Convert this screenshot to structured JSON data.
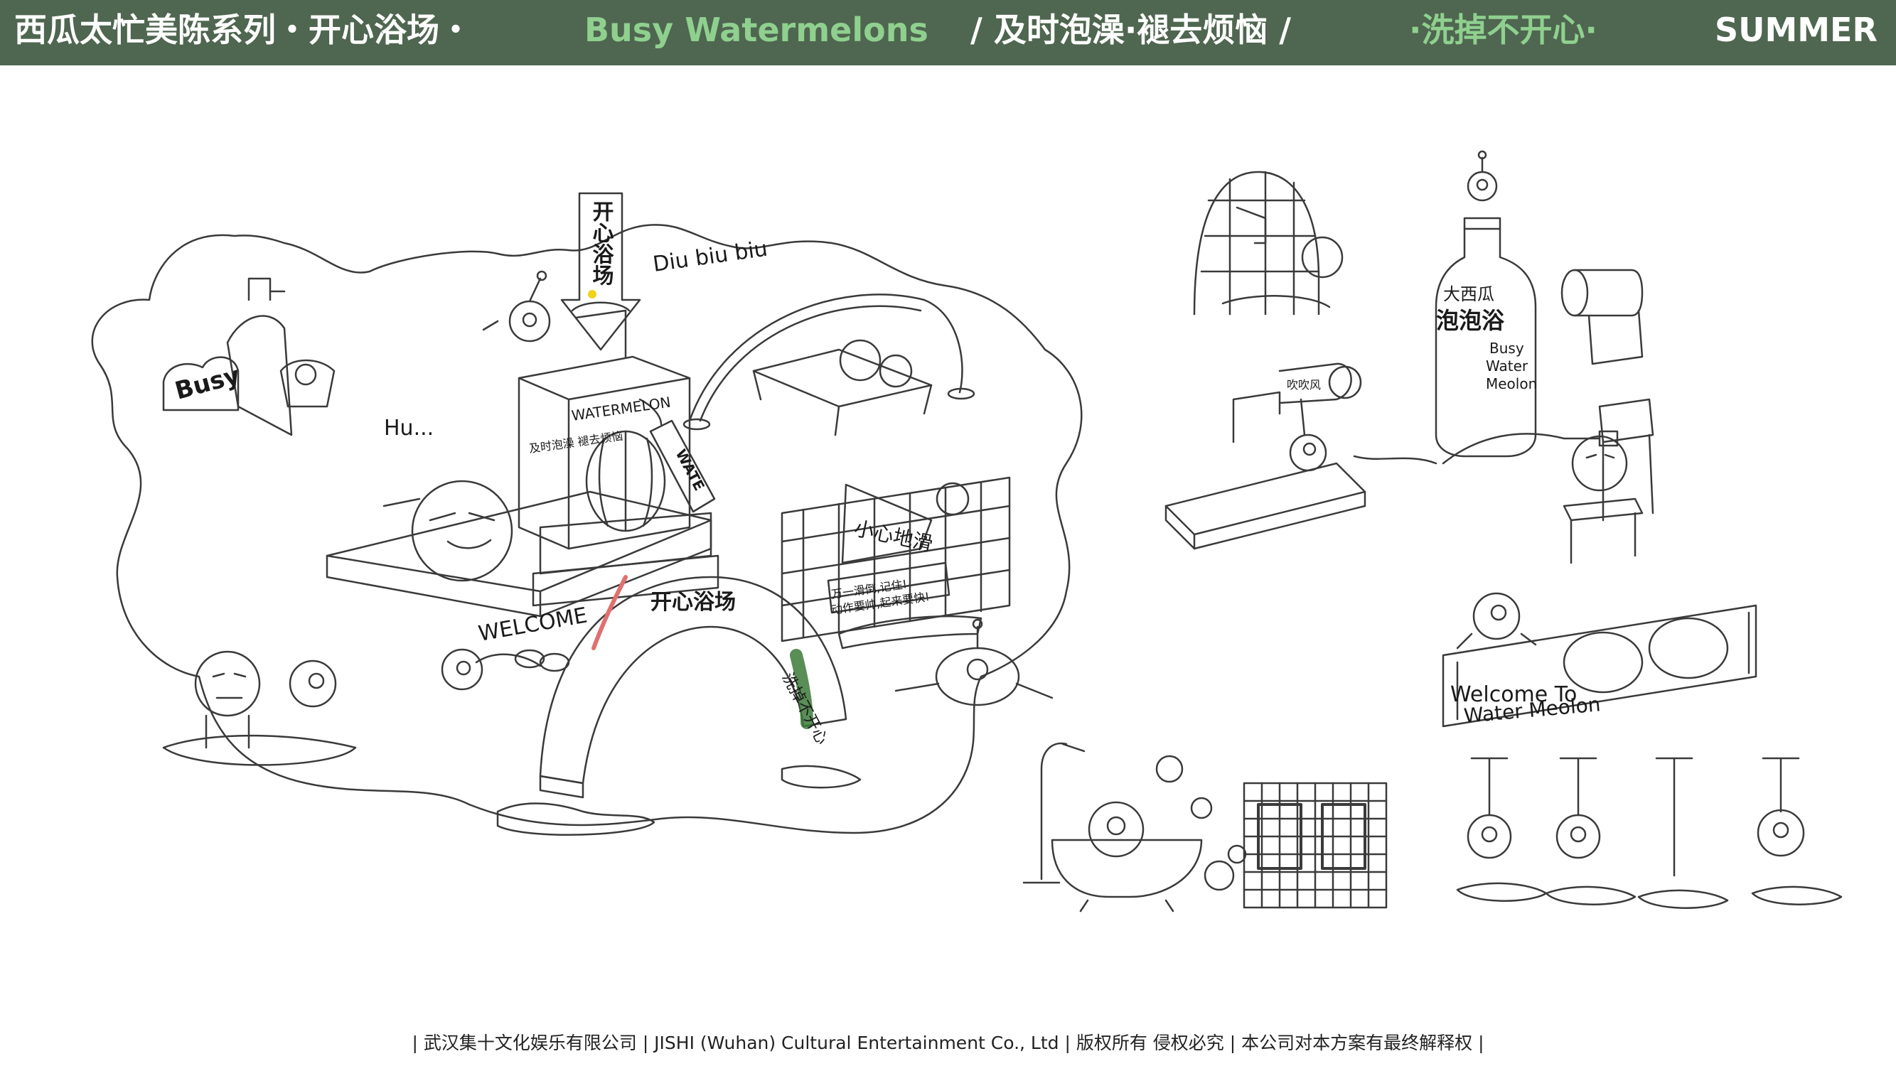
{
  "header": {
    "series_title": "西瓜太忙美陈系列・开心浴场・",
    "brand_en": "Busy Watermelons",
    "slogan_1": "/  及时泡澡·褪去烦恼  /",
    "slogan_2": "·洗掉不开心·",
    "season": "SUMMER"
  },
  "sketch": {
    "sign_happy_bath": "开心浴场",
    "text_diu": "Diu biu biu",
    "text_busy": "Busy",
    "text_hu": "Hu...",
    "text_watermelon": "WATERMELON",
    "text_wate_tag": "WATE",
    "text_bath_blessing": "及时泡澡 褪去烦恼",
    "text_caution": "小心地滑",
    "text_caution_note_1": "万一滑倒,记住!",
    "text_caution_note_2": "动作要帅,起来要快!",
    "text_welcome": "WELCOME",
    "arch_title": "开心浴场",
    "arch_side": "洗掉不开心",
    "bottle_brand": "大西瓜",
    "bottle_title": "泡泡浴",
    "bottle_en_1": "Busy",
    "bottle_en_2": "Water",
    "bottle_en_3": "Meolon",
    "dryer_label": "吹吹风",
    "mat_text": "Water Meolon",
    "welcome_to": "Welcome To"
  },
  "footer": {
    "text": "|  武汉集十文化娱乐有限公司  |  JISHI (Wuhan) Cultural Entertainment Co., Ltd  |  版权所有  侵权必究  |  本公司对本方案有最终解释权  |"
  },
  "colors": {
    "header_bg": "#4f6650",
    "header_accent": "#8fd08f",
    "sketch_line": "#3a3a3a",
    "accent_yellow": "#f0d31a",
    "accent_red": "#e07070",
    "accent_green": "#3c7a3a"
  }
}
